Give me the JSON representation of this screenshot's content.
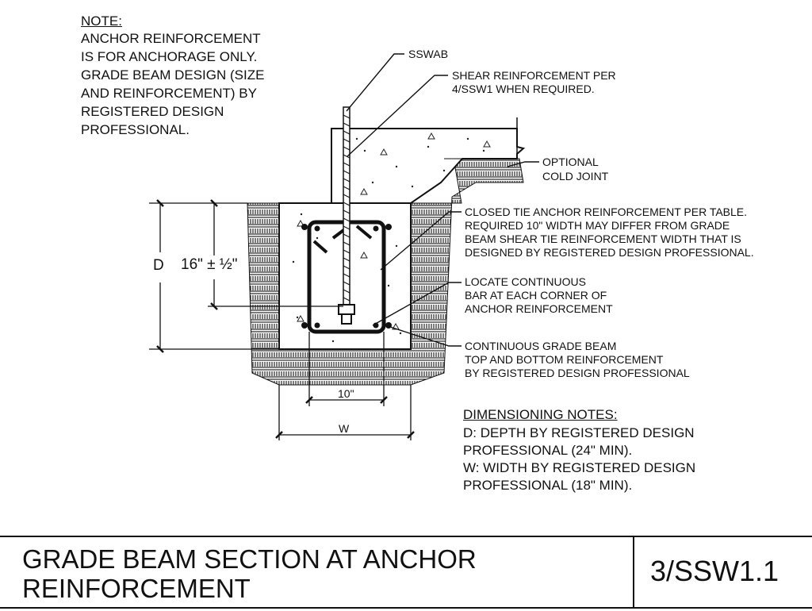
{
  "note": {
    "heading": "NOTE:",
    "lines": [
      "ANCHOR REINFORCEMENT",
      "IS FOR ANCHORAGE ONLY.",
      "GRADE BEAM DESIGN (SIZE",
      "AND REINFORCEMENT) BY",
      "REGISTERED DESIGN",
      "PROFESSIONAL."
    ]
  },
  "callouts": {
    "sswab": "SSWAB",
    "shear": [
      "SHEAR REINFORCEMENT PER",
      "4/SSW1 WHEN REQUIRED."
    ],
    "cold_joint": [
      "OPTIONAL",
      "COLD JOINT"
    ],
    "closed_tie": [
      "CLOSED TIE ANCHOR REINFORCEMENT PER TABLE.",
      "REQUIRED 10\" WIDTH MAY DIFFER FROM GRADE",
      "BEAM SHEAR TIE REINFORCEMENT WIDTH THAT IS",
      "DESIGNED BY REGISTERED DESIGN PROFESSIONAL."
    ],
    "continuous_bar": [
      "LOCATE CONTINUOUS",
      "BAR AT EACH  CORNER OF",
      "ANCHOR REINFORCEMENT"
    ],
    "grade_beam": [
      "CONTINUOUS GRADE BEAM",
      "TOP AND BOTTOM REINFORCEMENT",
      "BY REGISTERED DESIGN PROFESSIONAL"
    ]
  },
  "dimensions": {
    "depth_label": "D",
    "embed_label": "16\" ± ½\"",
    "tie_width_label": "10\"",
    "width_label": "W"
  },
  "dimensioning_notes": {
    "heading": "DIMENSIONING NOTES:",
    "lines": [
      "D: DEPTH BY REGISTERED DESIGN",
      "PROFESSIONAL (24\" MIN).",
      "W: WIDTH BY REGISTERED DESIGN",
      "PROFESSIONAL (18\" MIN)."
    ]
  },
  "title_block": {
    "title_line1": "GRADE BEAM SECTION AT ANCHOR",
    "title_line2": "REINFORCEMENT",
    "sheet_ref": "3/SSW1.1"
  }
}
